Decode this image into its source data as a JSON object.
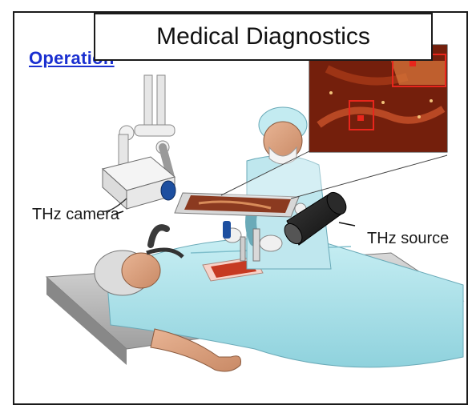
{
  "slide": {
    "title": "Medical Diagnostics",
    "section_link": "Operation"
  },
  "illustration": {
    "camera_label": "THz camera",
    "source_label": "THz source"
  },
  "colors": {
    "link": "#1a2fd0",
    "sheet": "#a6dde6",
    "scrubs": "#bfe7ee",
    "tissue": "#c63a22",
    "inset_dark": "#5a1408",
    "highlight": "#e8261c"
  },
  "icons": {
    "camera": "thz-camera-icon",
    "source": "thz-source-icon"
  }
}
